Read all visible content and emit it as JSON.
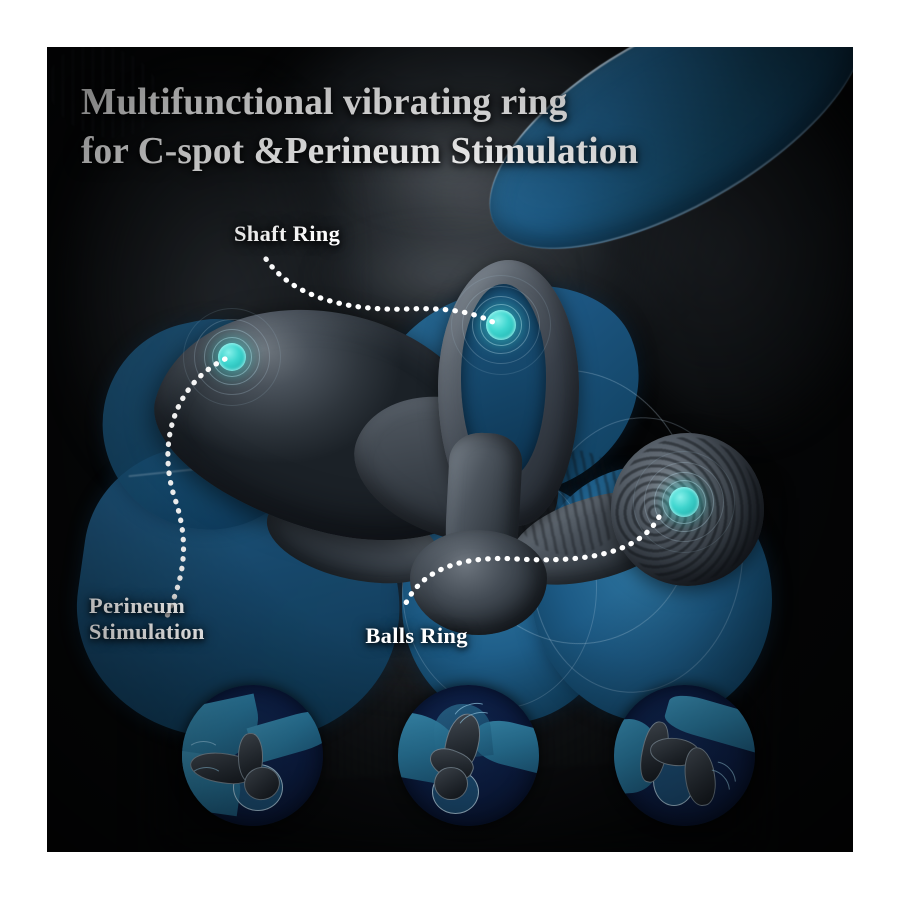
{
  "image": {
    "type": "product-infographic",
    "background_color": "#050607",
    "frame_color": "#ffffff",
    "accent_color": "#3fd6cf",
    "anatomy_color": "#1d5a84",
    "device_color": "#454d56",
    "text_color": "#ffffff"
  },
  "headline": {
    "line1": "Multifunctional vibrating ring",
    "line2": "for C-spot &Perineum Stimulation"
  },
  "callouts": [
    {
      "id": "shaft-ring",
      "label": "Shaft Ring",
      "hotspot_color": "#3fd6cf",
      "leader": "dotted"
    },
    {
      "id": "perineum-stimulation",
      "label_line1": "Perineum",
      "label_line2": "Stimulation",
      "hotspot_color": "#3fd6cf",
      "leader": "dotted"
    },
    {
      "id": "balls-ring",
      "label": "Balls Ring",
      "hotspot_color": "#3fd6cf",
      "leader": "dotted"
    }
  ],
  "insets": [
    {
      "id": "inset-1",
      "caption": "",
      "background_color": "#0d2049"
    },
    {
      "id": "inset-2",
      "caption": "",
      "background_color": "#0d2049"
    },
    {
      "id": "inset-3",
      "caption": "",
      "background_color": "#0d2049"
    }
  ]
}
